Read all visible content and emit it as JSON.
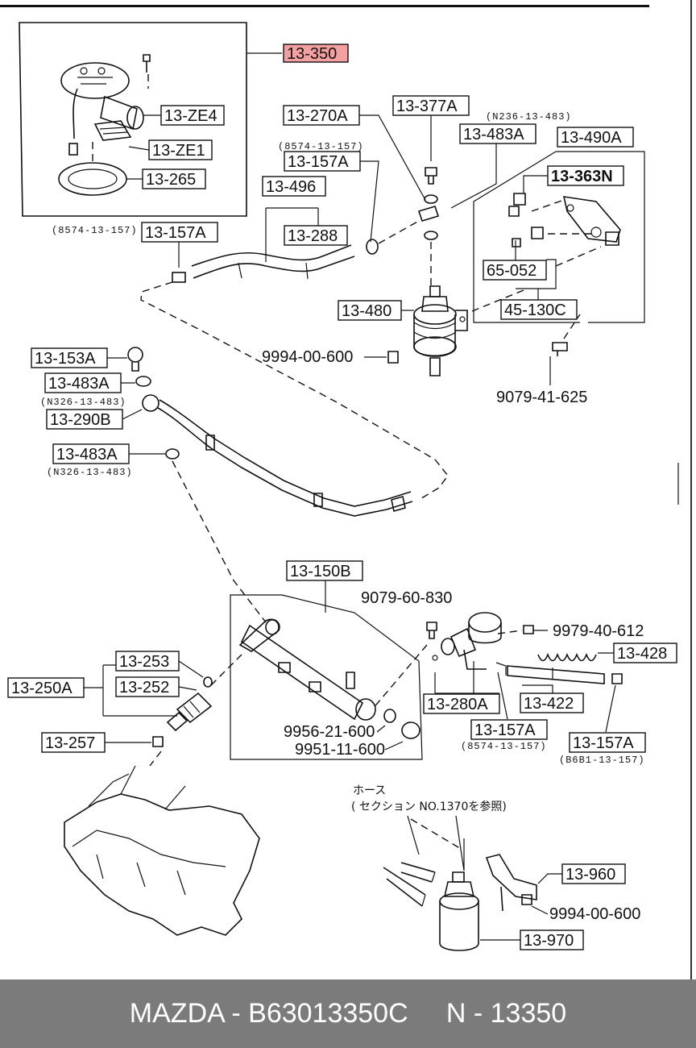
{
  "labels": {
    "p13_350": "13-350",
    "p13_ze4": "13-ZE4",
    "p13_ze1": "13-ZE1",
    "p13_265": "13-265",
    "p13_270a": "13-270A",
    "p13_377a": "13-377A",
    "p13_483a_top": "13-483A",
    "p13_490a": "13-490A",
    "p13_157a_1": "13-157A",
    "p13_363n": "13-363N",
    "p13_496": "13-496",
    "p13_288": "13-288",
    "p13_157a_2": "13-157A",
    "p65_052": "65-052",
    "p45_130c": "45-130C",
    "p13_480": "13-480",
    "p13_153a": "13-153A",
    "p13_483a_2": "13-483A",
    "p13_290b": "13-290B",
    "p13_483a_3": "13-483A",
    "p13_150b": "13-150B",
    "p13_253": "13-253",
    "p13_252": "13-252",
    "p13_250a": "13-250A",
    "p13_257": "13-257",
    "p13_428": "13-428",
    "p13_422": "13-422",
    "p13_280a": "13-280A",
    "p13_157a_3": "13-157A",
    "p13_157a_4": "13-157A",
    "p13_960": "13-960",
    "p13_970": "13-970"
  },
  "bolts": {
    "b9994_1": "9994-00-600",
    "b9079_625": "9079-41-625",
    "b9079_830": "9079-60-830",
    "b9979": "9979-40-612",
    "b9956": "9956-21-600",
    "b9951": "9951-11-600",
    "b9994_2": "9994-00-600"
  },
  "notes": {
    "n236": "(N236-13-483)",
    "n8574_a": "(8574-13-157)",
    "n8574_b": "(8574-13-157)",
    "n326_a": "(N326-13-483)",
    "n326_b": "(N326-13-483)",
    "n8574_c": "(8574-13-157)",
    "nb6b1": "(B6B1-13-157)",
    "hose": "ホース",
    "hose_ref": "( セクション NO.1370を参照)"
  },
  "footer": {
    "text": "MAZDA - B63013350C     N - 13350"
  },
  "colors": {
    "highlight": "#f4a0a0",
    "footer_bg": "#7b7b7b",
    "footer_text": "#ffffff"
  }
}
